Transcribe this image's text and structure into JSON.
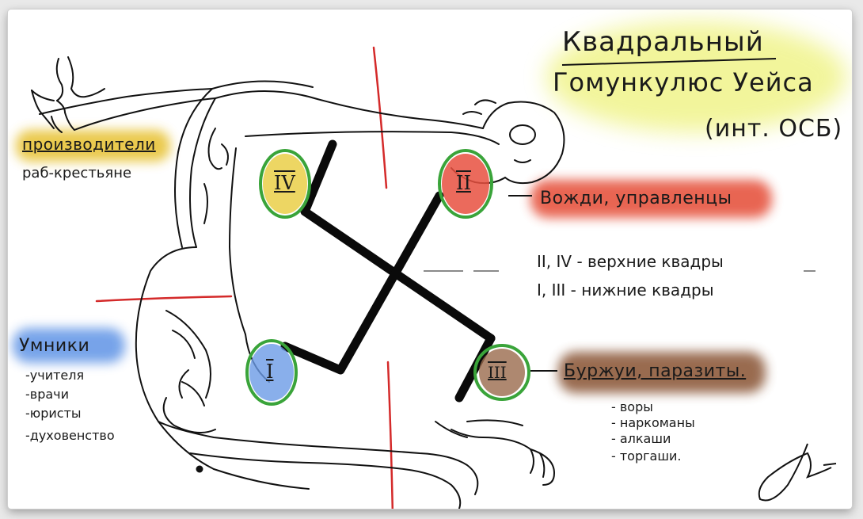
{
  "title_line1": "Квадральный",
  "title_line2": "Гомункулюс Уейса",
  "title_note": "(инт. ОСБ)",
  "quadras": [
    {
      "id": "I",
      "numeral": "I",
      "label": "Умники",
      "color": "#6b9be6"
    },
    {
      "id": "II",
      "numeral": "II",
      "label": "Вожди, управленцы",
      "color": "#e8503f"
    },
    {
      "id": "III",
      "numeral": "III",
      "label": "Буржуи, паразиты.",
      "color": "#9a6a4c"
    },
    {
      "id": "IV",
      "numeral": "IV",
      "label": "производители",
      "color": "#e9cc3c"
    }
  ],
  "notes": {
    "producers_sub": "раб-крестьяне",
    "upper": "II, IV - верхние квадры",
    "lower": "I, III - нижние квадры"
  },
  "lists": {
    "smart": [
      "-учителя",
      "-врачи",
      "-юристы",
      "-духовенство"
    ],
    "bourgeois": [
      "- воры",
      "- наркоманы",
      "- алкаши",
      "- торгаши."
    ]
  },
  "colors": {
    "ring": "#3aa43a",
    "axis_red": "#d42a2a",
    "ink": "#111111",
    "title_glow": "#eef27a"
  }
}
